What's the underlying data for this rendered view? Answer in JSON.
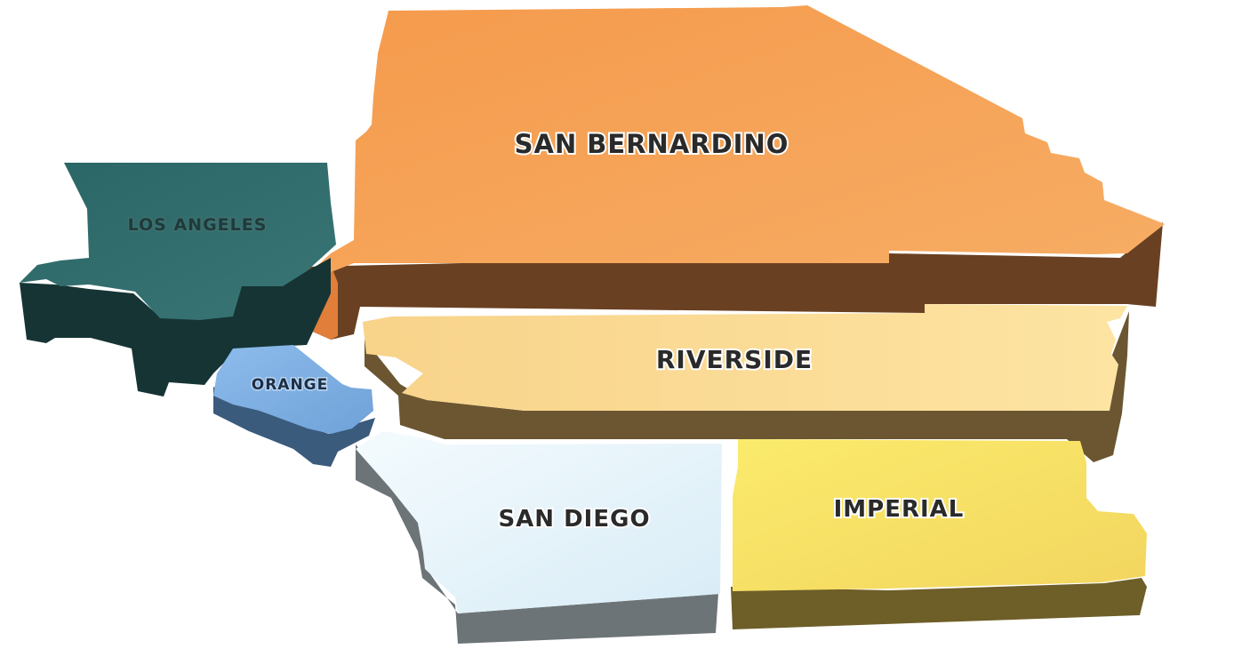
{
  "counties": [
    {
      "id": "san-bernardino",
      "label": "SAN BERNARDINO",
      "top_color": "#f29a4a",
      "side_color": "#6b4124"
    },
    {
      "id": "los-angeles",
      "label": "LOS ANGELES",
      "top_color": "#2e6b6b",
      "side_color": "#163535"
    },
    {
      "id": "riverside",
      "label": "RIVERSIDE",
      "top_color": "#fbdb93",
      "side_color": "#6b5730"
    },
    {
      "id": "orange",
      "label": "ORANGE",
      "top_color": "#7fb0e3",
      "side_color": "#3a5a7d"
    },
    {
      "id": "san-diego",
      "label": "SAN DIEGO",
      "top_color": "#e8f4fb",
      "side_color": "#6f7679"
    },
    {
      "id": "imperial",
      "label": "IMPERIAL",
      "top_color": "#f7e26a",
      "side_color": "#6e5f28"
    }
  ]
}
